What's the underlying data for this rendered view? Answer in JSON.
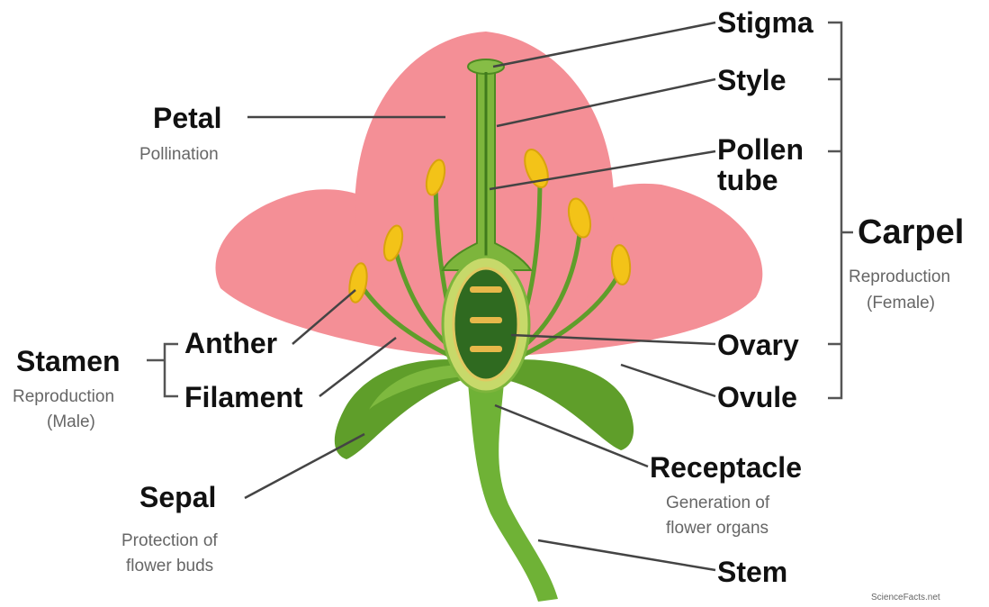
{
  "labels": {
    "stigma": "Stigma",
    "style": "Style",
    "pollen_tube_line1": "Pollen",
    "pollen_tube_line2": "tube",
    "carpel": "Carpel",
    "carpel_sub_line1": "Reproduction",
    "carpel_sub_line2": "(Female)",
    "petal": "Petal",
    "petal_sub": "Pollination",
    "stamen": "Stamen",
    "stamen_sub_line1": "Reproduction",
    "stamen_sub_line2": "(Male)",
    "anther": "Anther",
    "filament": "Filament",
    "ovary": "Ovary",
    "ovule": "Ovule",
    "receptacle": "Receptacle",
    "receptacle_sub_line1": "Generation of",
    "receptacle_sub_line2": "flower organs",
    "sepal": "Sepal",
    "sepal_sub_line1": "Protection of",
    "sepal_sub_line2": "flower buds",
    "stem": "Stem"
  },
  "watermark": "ScienceFacts.net",
  "colors": {
    "petal": "#f48f96",
    "petal_dark": "#ef7d86",
    "sepal": "#5f9e2a",
    "stem": "#6fb236",
    "anther": "#f3c318",
    "ovary": "#2f6a20",
    "ovule": "#e7b84a"
  }
}
